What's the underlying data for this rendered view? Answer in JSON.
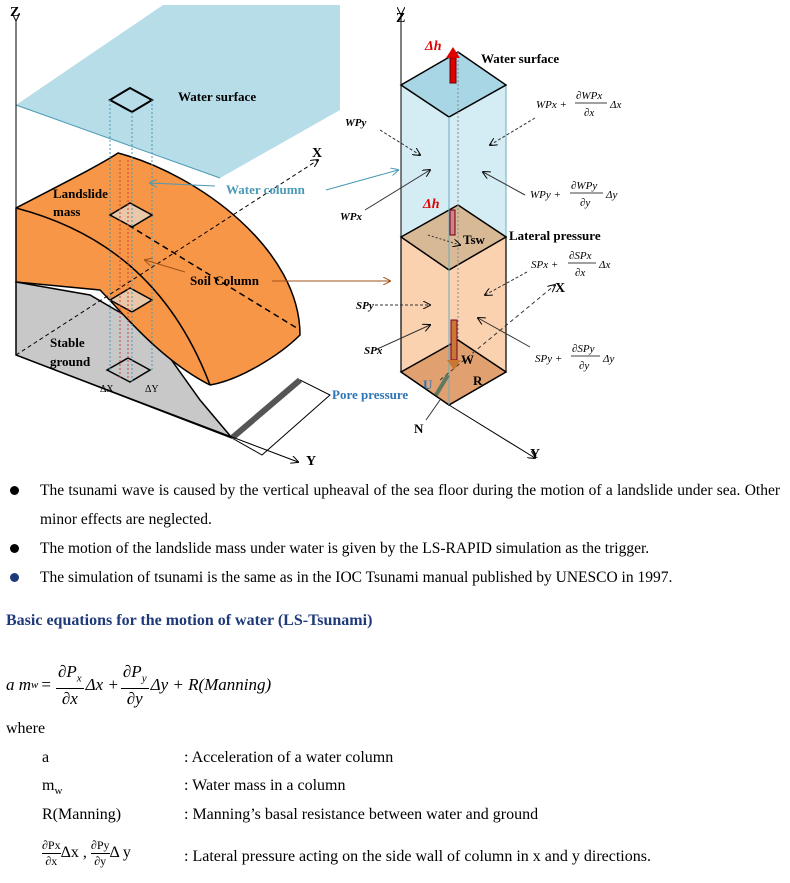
{
  "left_diagram": {
    "axis_z": "Z",
    "axis_x": "X",
    "axis_y": "Y",
    "water_surface": "Water  surface",
    "water_column": "Water column",
    "landslide_line1": "Landslide",
    "landslide_line2": "mass",
    "soil_column": "Soil Column",
    "stable_line1": "Stable",
    "stable_line2": "ground",
    "delta_x": "ΔX",
    "delta_y": "ΔY"
  },
  "right_diagram": {
    "axis_z": "Z",
    "axis_x": "X",
    "axis_y": "Y",
    "delta_h_top": "Δh",
    "delta_h_mid": "Δh",
    "water_surface": "Water surface",
    "wpy": "WPy",
    "wpx": "WPx",
    "wpx_plus": {
      "pre": "WPx +",
      "num": "∂WPx",
      "den": "∂x",
      "post": "Δx"
    },
    "wpy_plus": {
      "pre": "WPy +",
      "num": "∂WPy",
      "den": "∂y",
      "post": "Δy"
    },
    "tsw": "Tsw",
    "lateral_pressure": "Lateral pressure",
    "spx_plus": {
      "pre": "SPx +",
      "num": "∂SPx",
      "den": "∂x",
      "post": "Δx"
    },
    "spy": "SPy",
    "spx": "SPx",
    "spy_plus": {
      "pre": "SPy +",
      "num": "∂SPy",
      "den": "∂y",
      "post": "Δy"
    },
    "w": "W",
    "u": "U",
    "r": "R",
    "n": "N",
    "pore_pressure": "Pore pressure"
  },
  "bullets": [
    {
      "text": "The tsunami wave is caused by the vertical upheaval of the sea floor during the motion of a landslide under sea. Other minor effects are neglected.",
      "color": "#000000"
    },
    {
      "text": "The motion of the landslide mass under water is given by the LS-RAPID simulation as the trigger.",
      "color": "#000000"
    },
    {
      "text": "The simulation of tsunami is the same as in the IOC Tsunami manual published by UNESCO in 1997.",
      "color": "#1f3a7a"
    }
  ],
  "heading": "Basic equations for the motion of water (LS-Tsunami)",
  "equation": {
    "lhs": "a m",
    "lhs_sub": "w",
    "eq": "=",
    "t1_num": "∂P",
    "t1_num_sub": "x",
    "t1_den": "∂x",
    "t1_post": "Δx +",
    "t2_num": "∂P",
    "t2_num_sub": "y",
    "t2_den": "∂y",
    "t2_post": "Δy + R(Manning)"
  },
  "where": "where",
  "definitions": [
    {
      "term": "a",
      "desc": ": Acceleration of a water column"
    },
    {
      "term": "m",
      "term_sub": "w",
      "desc": ": Water mass in a column"
    },
    {
      "term": "R(Manning)",
      "desc": ": Manning’s basal resistance between water and ground"
    },
    {
      "num1": "∂Px",
      "den1": "∂x",
      "post1": "Δx ,",
      "num2": "∂Py",
      "den2": "∂y",
      "post2": "Δ y",
      "desc": ": Lateral pressure acting on the side wall of column in x and y directions."
    }
  ],
  "colors": {
    "water": "#b7dde8",
    "soil": "#f79646",
    "ground": "#c8c8c8",
    "heading": "#1f3a7a",
    "pore": "#2e75b6",
    "dh": "#e00000"
  }
}
